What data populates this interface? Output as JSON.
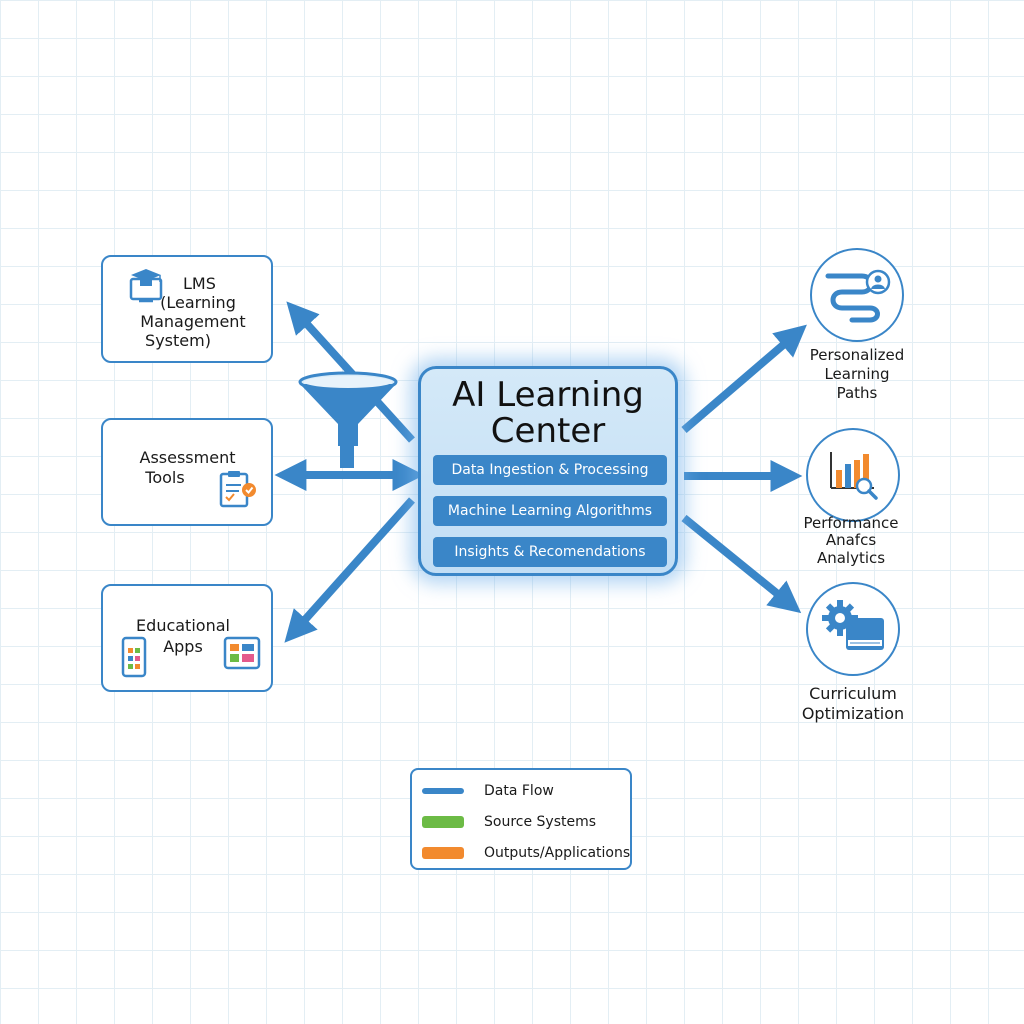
{
  "colors": {
    "flow": "#3a86c8",
    "source": "#6cbb45",
    "output": "#f28a2e"
  },
  "center": {
    "title_line1": "AI Learning",
    "title_line2": "Center",
    "steps": [
      "Data Ingestion & Processing",
      "Machine Learning Algorithms",
      "Insights & Recomendations"
    ]
  },
  "sources": {
    "lms": {
      "lines": [
        "LMS",
        "(Learning",
        "Management",
        "System)"
      ],
      "icon": "graduation-monitor-icon"
    },
    "assessment": {
      "lines": [
        "Assessment",
        "Tools"
      ],
      "icon": "clipboard-check-icon"
    },
    "apps": {
      "lines": [
        "Educational",
        "Apps"
      ],
      "icon": "phone-tablet-icon"
    }
  },
  "outputs": {
    "paths": {
      "lines": [
        "Personalized",
        "Learning",
        "Paths"
      ],
      "icon": "path-user-icon"
    },
    "performance": {
      "lines": [
        "Performance",
        "Anafcs",
        "Analytics"
      ],
      "icon": "bar-chart-magnifier-icon"
    },
    "curriculum": {
      "lines": [
        "Curriculum",
        "Optimization"
      ],
      "icon": "gear-book-icon"
    }
  },
  "funnel_icon": "funnel-icon",
  "legend": [
    {
      "label": "Data Flow",
      "color": "#3a86c8"
    },
    {
      "label": "Source Systems",
      "color": "#6cbb45"
    },
    {
      "label": "Outputs/Applications",
      "color": "#f28a2e"
    }
  ]
}
